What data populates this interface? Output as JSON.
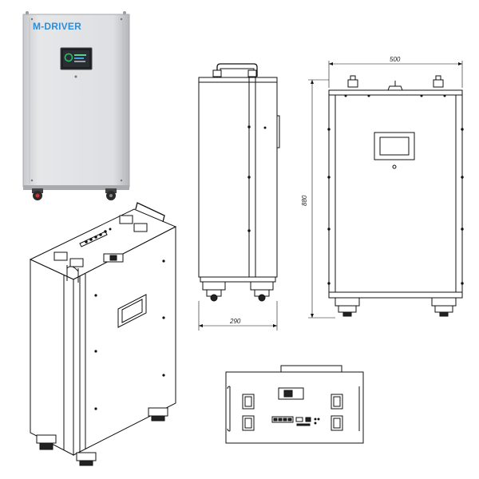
{
  "photo": {
    "brand_text": "M-DRIVER",
    "colors": {
      "brand": "#2a8fd8",
      "body": "#d9dadc",
      "body_dark": "#b8b9bc",
      "screen": "#1d1f22",
      "screen_accent": "#22c06a"
    }
  },
  "drawings": {
    "side_width_label": "290",
    "front_width_label": "500",
    "front_height_label": "880"
  },
  "icons": {
    "handle": "handle-icon",
    "caster": "caster-wheel-icon"
  }
}
